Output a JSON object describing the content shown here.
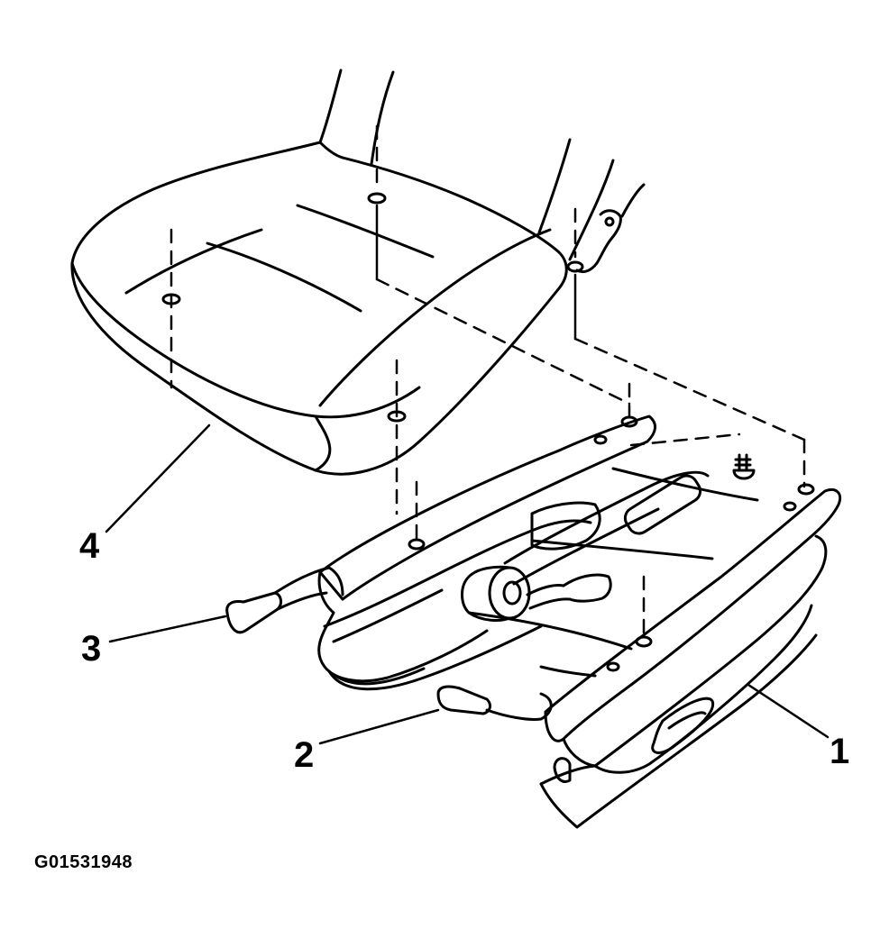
{
  "diagram": {
    "subject": "seat-cushion-and-adjuster-exploded-view",
    "callouts": [
      {
        "id": "1",
        "label": "1"
      },
      {
        "id": "2",
        "label": "2"
      },
      {
        "id": "3",
        "label": "3"
      },
      {
        "id": "4",
        "label": "4"
      }
    ],
    "figure_id": "G01531948",
    "line_color": "#000000",
    "background_color": "#ffffff"
  }
}
